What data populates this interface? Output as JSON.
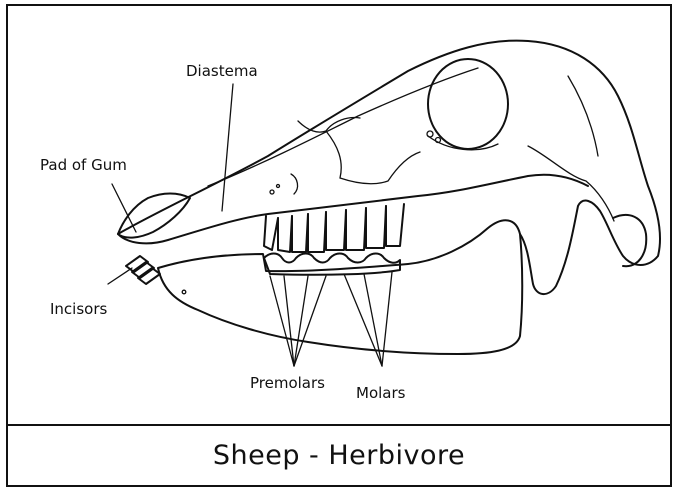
{
  "diagram": {
    "labels": {
      "diastema": "Diastema",
      "pad_of_gum": "Pad of Gum",
      "incisors": "Incisors",
      "premolars": "Premolars",
      "molars": "Molars"
    }
  },
  "caption": "Sheep - Herbivore"
}
